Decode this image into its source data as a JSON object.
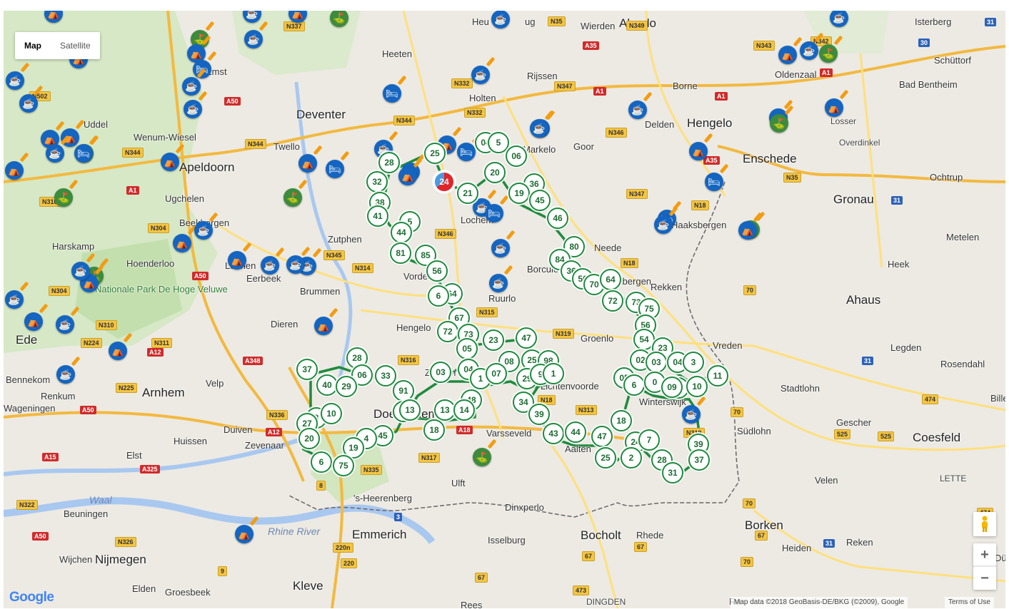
{
  "map_type": {
    "map_label": "Map",
    "satellite_label": "Satellite",
    "active": "Map"
  },
  "place_labels": {
    "almelo": "Almelo",
    "wierden": "Wierden",
    "isterberg": "Isterberg",
    "heeten": "Heeten",
    "schuttorf": "Schüttorf",
    "oldenzaal": "Oldenzaal",
    "rijssen": "Rijssen",
    "holten": "Holten",
    "borne": "Borne",
    "bad_bentheim": "Bad Bentheim",
    "emst": "Emst",
    "deventer": "Deventer",
    "delden": "Delden",
    "hengelo": "Hengelo",
    "losser": "Losser",
    "uddel": "Uddel",
    "wenum_wiesel": "Wenum-Wiesel",
    "twello": "Twello",
    "markelo": "Markelo",
    "goor": "Goor",
    "overdinkel": "Overdinkel",
    "enschede": "Enschede",
    "apeldoorn": "Apeldoorn",
    "ochtrup": "Ochtrup",
    "ugchelen": "Ugchelen",
    "gronau": "Gronau",
    "beekbergen": "Beekbergen",
    "haaksbergen": "Haaksbergen",
    "harskamp": "Harskamp",
    "zutphen": "Zutphen",
    "lochem": "Lochem",
    "metelen": "Metelen",
    "hoenderloo": "Hoenderloo",
    "loenen": "Loenen",
    "eerbeek": "Eerbeek",
    "neede": "Neede",
    "borculo": "Borculo",
    "eibergen": "Eibergen",
    "heek": "Heek",
    "rekken": "Rekken",
    "ahaus": "Ahaus",
    "national_park": "Nationale Park De Hoge Veluwe",
    "brummen": "Brummen",
    "ruurlo": "Ruurlo",
    "vorden": "Vorden",
    "dieren": "Dieren",
    "hengelo_gld": "Hengelo",
    "groenlo": "Groenlo",
    "vreden": "Vreden",
    "ede": "Ede",
    "legden": "Legden",
    "bennekom": "Bennekom",
    "rosendahl": "Rosendahl",
    "renkum": "Renkum",
    "arnhem": "Arnhem",
    "velp": "Velp",
    "lichtenvoorde": "Lichtenvoorde",
    "zelhem": "Zelhem",
    "wageningen": "Wageningen",
    "doetinchem": "Doetinchem",
    "winterswijk": "Winterswijk",
    "stadtlohn": "Stadtlohn",
    "duiven": "Duiven",
    "varsseveld": "Varsseveld",
    "aalten": "Aalten",
    "sudlohn": "Südlohn",
    "gescher": "Gescher",
    "coesfeld": "Coesfeld",
    "huissen": "Huissen",
    "zevenaar": "Zevenaar",
    "elst": "Elst",
    "ulft": "Ulft",
    "velen": "Velen",
    "lette": "LETTE",
    "waal": "Waal",
    "s_heerenberg": "'s-Heerenberg",
    "dinxperlo": "Dinxperlo",
    "beuningen": "Beuningen",
    "rhine_river": "Rhine River",
    "emmerich": "Emmerich",
    "isselburg": "Isselburg",
    "bocholt": "Bocholt",
    "rhede": "Rhede",
    "borken": "Borken",
    "heiden": "Heiden",
    "reken": "Reken",
    "wijchen": "Wijchen",
    "nijmegen": "Nijmegen",
    "groesbeek": "Groesbeek",
    "kleve": "Kleve",
    "rees": "Rees",
    "dingden": "DINGDEN",
    "elden": "Elden",
    "raesfeld": "Ra",
    "dulmen": "Dül",
    "bille": "Bille",
    "heuvel": "Heu",
    "heuvel2": "ug"
  },
  "road_shields": [
    {
      "t": "N",
      "l": "N337"
    },
    {
      "t": "N",
      "l": "N35"
    },
    {
      "t": "N",
      "l": "N349"
    },
    {
      "t": "N",
      "l": "N343"
    },
    {
      "t": "N",
      "l": "N342"
    },
    {
      "t": "B",
      "l": "31"
    },
    {
      "t": "B",
      "l": "30"
    },
    {
      "t": "A",
      "l": "A35"
    },
    {
      "t": "A",
      "l": "A1"
    },
    {
      "t": "N",
      "l": "N332"
    },
    {
      "t": "N",
      "l": "N347"
    },
    {
      "t": "A",
      "l": "A1"
    },
    {
      "t": "N",
      "l": "N502"
    },
    {
      "t": "A",
      "l": "A50"
    },
    {
      "t": "N",
      "l": "N332"
    },
    {
      "t": "A",
      "l": "A1"
    },
    {
      "t": "N",
      "l": "N344"
    },
    {
      "t": "N",
      "l": "N346"
    },
    {
      "t": "N",
      "l": "N344"
    },
    {
      "t": "N",
      "l": "N344"
    },
    {
      "t": "A",
      "l": "A35"
    },
    {
      "t": "N",
      "l": "N35"
    },
    {
      "t": "A",
      "l": "A1"
    },
    {
      "t": "N",
      "l": "N310"
    },
    {
      "t": "N",
      "l": "N347"
    },
    {
      "t": "N",
      "l": "N18"
    },
    {
      "t": "B",
      "l": "31"
    },
    {
      "t": "N",
      "l": "N304"
    },
    {
      "t": "N",
      "l": "N346"
    },
    {
      "t": "N",
      "l": "N345"
    },
    {
      "t": "N",
      "l": "N314"
    },
    {
      "t": "A",
      "l": "A50"
    },
    {
      "t": "N",
      "l": "N18"
    },
    {
      "t": "N",
      "l": "N304"
    },
    {
      "t": "N",
      "l": "70"
    },
    {
      "t": "N",
      "l": "N315"
    },
    {
      "t": "N",
      "l": "N310"
    },
    {
      "t": "N",
      "l": "N224"
    },
    {
      "t": "N",
      "l": "N311"
    },
    {
      "t": "A",
      "l": "A12"
    },
    {
      "t": "N",
      "l": "N319"
    },
    {
      "t": "A",
      "l": "A348"
    },
    {
      "t": "N",
      "l": "N316"
    },
    {
      "t": "B",
      "l": "31"
    },
    {
      "t": "N",
      "l": "N225"
    },
    {
      "t": "N",
      "l": "N18"
    },
    {
      "t": "A",
      "l": "A50"
    },
    {
      "t": "N",
      "l": "N313"
    },
    {
      "t": "N",
      "l": "70"
    },
    {
      "t": "N",
      "l": "474"
    },
    {
      "t": "N",
      "l": "N336"
    },
    {
      "t": "A",
      "l": "A12"
    },
    {
      "t": "A",
      "l": "A18"
    },
    {
      "t": "N",
      "l": "N319"
    },
    {
      "t": "N",
      "l": "525"
    },
    {
      "t": "N",
      "l": "525"
    },
    {
      "t": "A",
      "l": "A15"
    },
    {
      "t": "N",
      "l": "N317"
    },
    {
      "t": "A",
      "l": "A325"
    },
    {
      "t": "N",
      "l": "N335"
    },
    {
      "t": "N",
      "l": "8"
    },
    {
      "t": "N",
      "l": "N322"
    },
    {
      "t": "B",
      "l": "3"
    },
    {
      "t": "N",
      "l": "70"
    },
    {
      "t": "N",
      "l": "474"
    },
    {
      "t": "A",
      "l": "A50"
    },
    {
      "t": "N",
      "l": "N326"
    },
    {
      "t": "N",
      "l": "67"
    },
    {
      "t": "B",
      "l": "31"
    },
    {
      "t": "N",
      "l": "220n"
    },
    {
      "t": "N",
      "l": "67"
    },
    {
      "t": "N",
      "l": "220"
    },
    {
      "t": "N",
      "l": "67"
    },
    {
      "t": "N",
      "l": "70"
    },
    {
      "t": "N",
      "l": "9"
    },
    {
      "t": "N",
      "l": "67"
    },
    {
      "t": "N",
      "l": "473"
    }
  ],
  "route_markers": [
    {
      "n": "04"
    },
    {
      "n": "5"
    },
    {
      "n": "25"
    },
    {
      "n": "06"
    },
    {
      "n": "28"
    },
    {
      "n": "20"
    },
    {
      "n": "32"
    },
    {
      "n": "21"
    },
    {
      "n": "36"
    },
    {
      "n": "19"
    },
    {
      "n": "45"
    },
    {
      "n": "38"
    },
    {
      "n": "41"
    },
    {
      "n": "5"
    },
    {
      "n": "46"
    },
    {
      "n": "44"
    },
    {
      "n": "80"
    },
    {
      "n": "81"
    },
    {
      "n": "85"
    },
    {
      "n": "84"
    },
    {
      "n": "56"
    },
    {
      "n": "36"
    },
    {
      "n": "56"
    },
    {
      "n": "70"
    },
    {
      "n": "64"
    },
    {
      "n": "64"
    },
    {
      "n": "6"
    },
    {
      "n": "72"
    },
    {
      "n": "73"
    },
    {
      "n": "75"
    },
    {
      "n": "67"
    },
    {
      "n": "56"
    },
    {
      "n": "72"
    },
    {
      "n": "73"
    },
    {
      "n": "23"
    },
    {
      "n": "47"
    },
    {
      "n": "54"
    },
    {
      "n": "05"
    },
    {
      "n": "23"
    },
    {
      "n": "25"
    },
    {
      "n": "98"
    },
    {
      "n": "08"
    },
    {
      "n": "02"
    },
    {
      "n": "03"
    },
    {
      "n": "04"
    },
    {
      "n": "3"
    },
    {
      "n": "09"
    },
    {
      "n": "28"
    },
    {
      "n": "37"
    },
    {
      "n": "06"
    },
    {
      "n": "33"
    },
    {
      "n": "03"
    },
    {
      "n": "04"
    },
    {
      "n": "1"
    },
    {
      "n": "07"
    },
    {
      "n": "29"
    },
    {
      "n": "9"
    },
    {
      "n": "1"
    },
    {
      "n": "05"
    },
    {
      "n": "6"
    },
    {
      "n": "0"
    },
    {
      "n": "09"
    },
    {
      "n": "10"
    },
    {
      "n": "11"
    },
    {
      "n": "40"
    },
    {
      "n": "29"
    },
    {
      "n": "91"
    },
    {
      "n": "13"
    },
    {
      "n": "34"
    },
    {
      "n": "48"
    },
    {
      "n": "18"
    },
    {
      "n": "8"
    },
    {
      "n": "10"
    },
    {
      "n": "42"
    },
    {
      "n": "13"
    },
    {
      "n": "14"
    },
    {
      "n": "39"
    },
    {
      "n": "27"
    },
    {
      "n": "20"
    },
    {
      "n": "45"
    },
    {
      "n": "4"
    },
    {
      "n": "18"
    },
    {
      "n": "43"
    },
    {
      "n": "44"
    },
    {
      "n": "47"
    },
    {
      "n": "24"
    },
    {
      "n": "7"
    },
    {
      "n": "19"
    },
    {
      "n": "39"
    },
    {
      "n": "25"
    },
    {
      "n": "2"
    },
    {
      "n": "28"
    },
    {
      "n": "37"
    },
    {
      "n": "6"
    },
    {
      "n": "75"
    },
    {
      "n": "31"
    },
    {
      "n": "24",
      "red": true
    }
  ],
  "poi_icons": [
    {
      "k": "tent"
    },
    {
      "k": "cup"
    },
    {
      "k": "tent"
    },
    {
      "k": "golf"
    },
    {
      "k": "cup"
    },
    {
      "k": "cup"
    },
    {
      "k": "golf"
    },
    {
      "k": "cup"
    },
    {
      "k": "tent"
    },
    {
      "k": "tent"
    },
    {
      "k": "cup"
    },
    {
      "k": "golf"
    },
    {
      "k": "tent"
    },
    {
      "k": "bed"
    },
    {
      "k": "cup"
    },
    {
      "k": "cup"
    },
    {
      "k": "cup"
    },
    {
      "k": "bed"
    },
    {
      "k": "cup"
    },
    {
      "k": "cup"
    },
    {
      "k": "tent"
    },
    {
      "k": "tent"
    },
    {
      "k": "cup"
    },
    {
      "k": "golf"
    },
    {
      "k": "bed"
    },
    {
      "k": "tent"
    },
    {
      "k": "tent"
    },
    {
      "k": "cup"
    },
    {
      "k": "bed"
    },
    {
      "k": "bed"
    },
    {
      "k": "tent"
    },
    {
      "k": "tent"
    },
    {
      "k": "bed"
    },
    {
      "k": "cup"
    },
    {
      "k": "golf"
    },
    {
      "k": "golf"
    },
    {
      "k": "tent"
    },
    {
      "k": "tent"
    },
    {
      "k": "tent"
    },
    {
      "k": "golf"
    },
    {
      "k": "cup"
    },
    {
      "k": "cup"
    },
    {
      "k": "tent"
    },
    {
      "k": "bed"
    },
    {
      "k": "bed"
    },
    {
      "k": "golf"
    },
    {
      "k": "tent"
    },
    {
      "k": "cup"
    },
    {
      "k": "tent"
    },
    {
      "k": "cup"
    },
    {
      "k": "cup"
    },
    {
      "k": "bed"
    },
    {
      "k": "cup"
    },
    {
      "k": "cup"
    },
    {
      "k": "tent"
    },
    {
      "k": "cup"
    },
    {
      "k": "cup"
    },
    {
      "k": "cup"
    },
    {
      "k": "golf"
    },
    {
      "k": "tent"
    },
    {
      "k": "cup"
    },
    {
      "k": "cup"
    },
    {
      "k": "tent"
    },
    {
      "k": "tent"
    },
    {
      "k": "cup"
    },
    {
      "k": "cup"
    },
    {
      "k": "tent"
    },
    {
      "k": "cup"
    },
    {
      "k": "golf"
    },
    {
      "k": "tent"
    }
  ],
  "controls": {
    "zoom_in": "+",
    "zoom_out": "−"
  },
  "footer": {
    "google": "Google",
    "attribution": "Map data ©2018 GeoBasis-DE/BKG (©2009), Google",
    "terms": "Terms of Use"
  },
  "colors": {
    "route": "#1e8a3e",
    "water": "#a9c8f0",
    "park": "#c8e3b8",
    "motorway": "#f3b93f",
    "road": "#ffe07d",
    "border": "#555555"
  }
}
